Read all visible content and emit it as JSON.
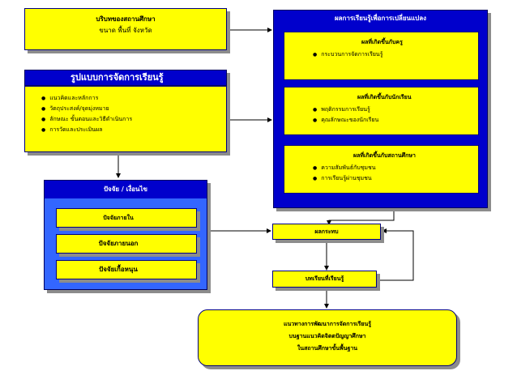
{
  "context": {
    "title": "บริบทของสถานศึกษา",
    "subtitle": "ขนาด  พื้นที่  จังหวัด"
  },
  "model": {
    "header": "รูปแบบการจัดการเรียนรู้",
    "items": [
      "แนวคิดและหลักการ",
      "วัตถุประสงค์/จุดมุ่งหมาย",
      "ลักษณะ ขั้นตอนและวิธีดำเนินการ",
      "การวัดและประเมินผล"
    ]
  },
  "outcomes": {
    "header": "ผลการเรียนรู้เพื่อการเปลี่ยนแปลง",
    "groups": [
      {
        "title": "ผลที่เกิดขึ้นกับครู",
        "items": [
          "กระบวนการจัดการเรียนรู้"
        ]
      },
      {
        "title": "ผลที่เกิดขึ้นกับนักเรียน",
        "items": [
          "พฤติกรรมการเรียนรู้",
          "คุณลักษณะของนักเรียน"
        ]
      },
      {
        "title": "ผลที่เกิดขึ้นกับสถานศึกษา",
        "items": [
          "ความสัมพันธ์กับชุมชน",
          "การเรียนรู้ผ่านชุมชน"
        ]
      }
    ]
  },
  "factors": {
    "header": "ปัจจัย / เงื่อนไข",
    "items": [
      "ปัจจัยภายใน",
      "ปัจจัยภายนอก",
      "ปัจจัยเกื้อหนุน"
    ]
  },
  "impact": {
    "label": "ผลกระทบ"
  },
  "lessons": {
    "label": "บทเรียนที่เรียนรู้"
  },
  "guidelines": {
    "lines": [
      "แนวทางการพัฒนาการจัดการเรียนรู้",
      "บนฐานแนวคิดจิตตปัญญาศึกษา",
      "ในสถานศึกษาขั้นพื้นฐาน"
    ]
  }
}
